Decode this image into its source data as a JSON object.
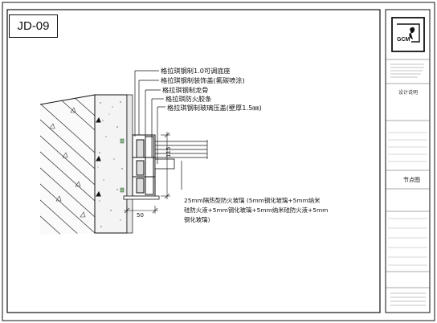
{
  "drawing": {
    "code": "JD-09"
  },
  "callouts": [
    "格拉琪钢制1.0可调底座",
    "格拉琪钢制装饰盖(氟碳喷涂)",
    "格拉琪钢制龙骨",
    "格拉琪防火胶条",
    "格拉琪钢制玻璃压盖(壁厚1.5㎜)"
  ],
  "glass_spec": {
    "line1": "25mm隔热型防火玻璃  (5mm钢化玻璃+5mm纳米",
    "line2": "硅防火液+5mm钢化玻璃+5mm纳米硅防火液+5mm",
    "line3": "钢化玻璃)"
  },
  "dimensions": {
    "height": "115",
    "width": "50"
  },
  "title_block": {
    "logo_letters": "GCM",
    "section_design": "设计说明",
    "drawing_name": "节点图"
  },
  "colors": {
    "line": "#111111",
    "concrete_fill": "#f4f4f4",
    "hatch": "#666666"
  }
}
